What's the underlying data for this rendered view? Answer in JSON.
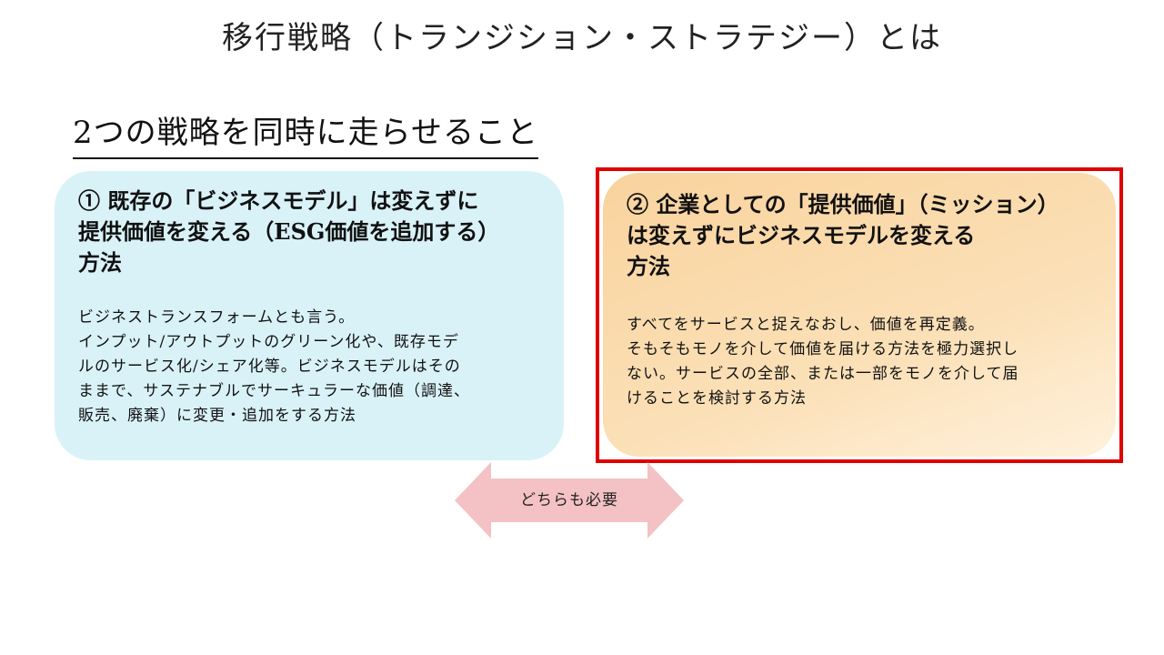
{
  "slide": {
    "title": "移行戦略（トランジション・ストラテジー）とは",
    "subtitle": "2つの戦略を同時に走らせること"
  },
  "cards": [
    {
      "heading": "① 既存の「ビジネスモデル」は変えずに\n提供価値を変える（ESG価値を追加する）\n方法",
      "body": "ビジネストランスフォームとも言う。\nインプット/アウトプットのグリーン化や、既存モデ\nルのサービス化/シェア化等。ビジネスモデルはその\nままで、サステナブルでサーキュラーな価値（調達、\n販売、廃棄）に変更・追加をする方法",
      "color": "#d9f2f8"
    },
    {
      "heading": "② 企業としての「提供価値」（ミッション）\nは変えずにビジネスモデルを変える\n方法",
      "body": "すべてをサービスと捉えなおし、価値を再定義。\nそもそもモノを介して価値を届ける方法を極力選択し\nない。サービスの全部、または一部をモノを介して届\nけることを検討する方法",
      "color": "#f9d39d",
      "highlight_color": "#e00000"
    }
  ],
  "connector": {
    "label": "どちらも必要",
    "color": "#f4c2c4"
  }
}
